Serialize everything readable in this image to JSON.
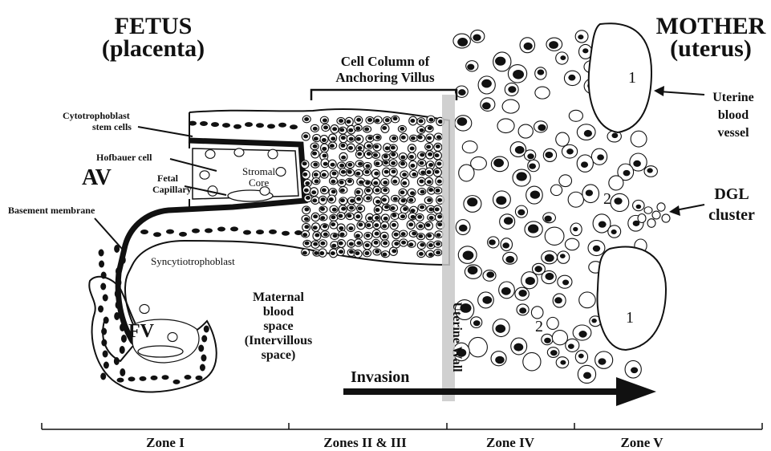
{
  "header": {
    "fetus_title": "FETUS",
    "fetus_sub": "(placenta)",
    "mother_title": "MOTHER",
    "mother_sub": "(uterus)"
  },
  "labels": {
    "cell_column_line1": "Cell Column of",
    "cell_column_line2": "Anchoring Villus",
    "cytotrophoblast_line1": "Cytotrophoblast",
    "cytotrophoblast_line2": "stem cells",
    "hofbauer": "Hofbauer cell",
    "fetal_capillary_line1": "Fetal",
    "fetal_capillary_line2": "Capillary",
    "stromal_core_line1": "Stromal",
    "stromal_core_line2": "Core",
    "av": "AV",
    "fv": "FV",
    "basement_membrane": "Basement membrane",
    "syncytiotrophoblast": "Syncytiotrophoblast",
    "maternal_line1": "Maternal",
    "maternal_line2": "blood",
    "maternal_line3": "space",
    "maternal_line4": "(Intervillous",
    "maternal_line5": "space)",
    "uterine_wall": "Uterine Wall",
    "uterine_vessel_line1": "Uterine",
    "uterine_vessel_line2": "blood",
    "uterine_vessel_line3": "vessel",
    "dgl_line1": "DGL",
    "dgl_line2": "cluster",
    "invasion": "Invasion",
    "num_1a": "1",
    "num_1b": "1",
    "num_2a": "2",
    "num_2b": "2"
  },
  "zones": {
    "zone1": "Zone I",
    "zone23": "Zones II & III",
    "zone4": "Zone IV",
    "zone5": "Zone V"
  },
  "colors": {
    "ink": "#111111",
    "wall_gray": "#c8c8c8"
  }
}
